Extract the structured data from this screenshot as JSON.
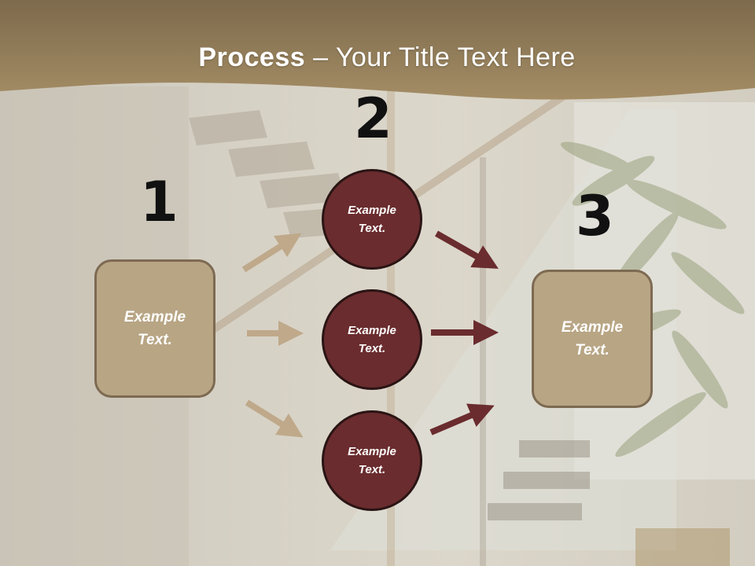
{
  "title": {
    "bold": "Process",
    "rest": " – Your Title Text Here"
  },
  "steps": {
    "one": {
      "number": "1",
      "label": "Example Text."
    },
    "two": {
      "number": "2",
      "items": [
        {
          "label": "Example Text."
        },
        {
          "label": "Example Text."
        },
        {
          "label": "Example Text."
        }
      ]
    },
    "three": {
      "number": "3",
      "label": "Example Text."
    }
  },
  "colors": {
    "header": "#9a8560",
    "box_fill": "#b8a584",
    "box_border": "#7d6a52",
    "circle_fill": "#6a2c2e",
    "tan_arrow": "#bfa98a",
    "maroon_arrow": "#6a2c2e"
  }
}
